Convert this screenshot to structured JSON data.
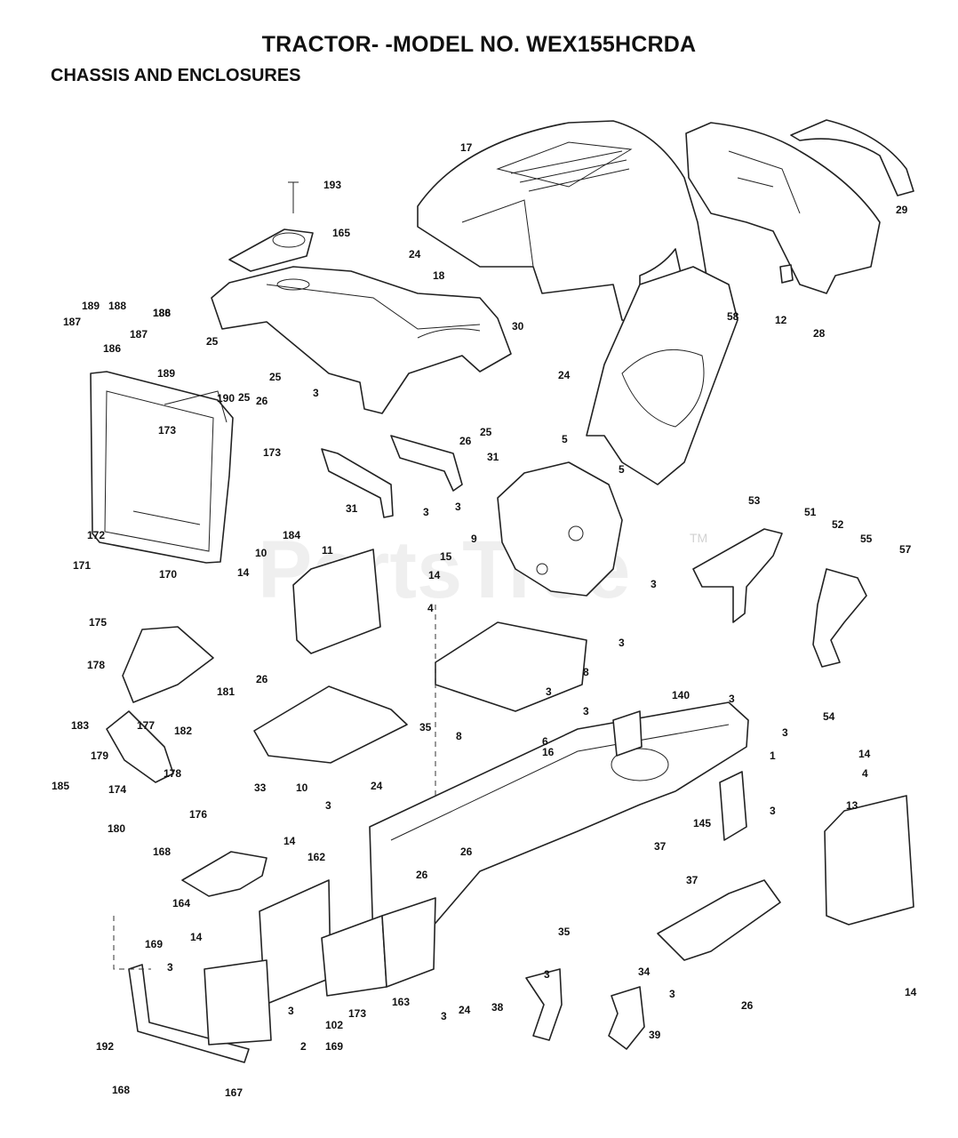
{
  "header": {
    "title": "TRACTOR- -MODEL NO. WEX155HCRDA",
    "subtitle": "CHASSIS AND ENCLOSURES"
  },
  "watermark": {
    "text": "PartsTree",
    "trademark": "TM"
  },
  "callouts": [
    {
      "id": "c193",
      "text": "193"
    },
    {
      "id": "c165",
      "text": "165"
    },
    {
      "id": "c17",
      "text": "17"
    },
    {
      "id": "c29",
      "text": "29"
    },
    {
      "id": "c18",
      "text": "18"
    },
    {
      "id": "c24a",
      "text": "24"
    },
    {
      "id": "c12",
      "text": "12"
    },
    {
      "id": "c28",
      "text": "28"
    },
    {
      "id": "c58",
      "text": "58"
    },
    {
      "id": "c30",
      "text": "30"
    },
    {
      "id": "c24b",
      "text": "24"
    },
    {
      "id": "c189a",
      "text": "189"
    },
    {
      "id": "c188a",
      "text": "188"
    },
    {
      "id": "c187a",
      "text": "187"
    },
    {
      "id": "c186a",
      "text": "186"
    },
    {
      "id": "c187b",
      "text": "187"
    },
    {
      "id": "c186b",
      "text": "186"
    },
    {
      "id": "c188b",
      "text": "188"
    },
    {
      "id": "c189b",
      "text": "189"
    },
    {
      "id": "c25a",
      "text": "25"
    },
    {
      "id": "c25b",
      "text": "25"
    },
    {
      "id": "c3a",
      "text": "3"
    },
    {
      "id": "c26a",
      "text": "26"
    },
    {
      "id": "c25c",
      "text": "25"
    },
    {
      "id": "c5a",
      "text": "5"
    },
    {
      "id": "c190",
      "text": "190"
    },
    {
      "id": "c25d",
      "text": "25"
    },
    {
      "id": "c26b",
      "text": "26"
    },
    {
      "id": "c173a",
      "text": "173"
    },
    {
      "id": "c173b",
      "text": "173"
    },
    {
      "id": "c31a",
      "text": "31"
    },
    {
      "id": "c5b",
      "text": "5"
    },
    {
      "id": "c31b",
      "text": "31"
    },
    {
      "id": "c3b",
      "text": "3"
    },
    {
      "id": "c3c",
      "text": "3"
    },
    {
      "id": "c172",
      "text": "172"
    },
    {
      "id": "c184",
      "text": "184"
    },
    {
      "id": "c171",
      "text": "171"
    },
    {
      "id": "c10a",
      "text": "10"
    },
    {
      "id": "c170",
      "text": "170"
    },
    {
      "id": "c11",
      "text": "11"
    },
    {
      "id": "c15",
      "text": "15"
    },
    {
      "id": "c9",
      "text": "9"
    },
    {
      "id": "c14a",
      "text": "14"
    },
    {
      "id": "c14b",
      "text": "14"
    },
    {
      "id": "c3d",
      "text": "3"
    },
    {
      "id": "c53",
      "text": "53"
    },
    {
      "id": "c51",
      "text": "51"
    },
    {
      "id": "c52",
      "text": "52"
    },
    {
      "id": "c55",
      "text": "55"
    },
    {
      "id": "c57",
      "text": "57"
    },
    {
      "id": "c4a",
      "text": "4"
    },
    {
      "id": "c3e",
      "text": "3"
    },
    {
      "id": "c175",
      "text": "175"
    },
    {
      "id": "c178a",
      "text": "178"
    },
    {
      "id": "c26c",
      "text": "26"
    },
    {
      "id": "c181",
      "text": "181"
    },
    {
      "id": "c3f",
      "text": "3"
    },
    {
      "id": "c8a",
      "text": "8"
    },
    {
      "id": "c54",
      "text": "54"
    },
    {
      "id": "c3g",
      "text": "3"
    },
    {
      "id": "c140",
      "text": "140"
    },
    {
      "id": "c3h",
      "text": "3"
    },
    {
      "id": "c183",
      "text": "183"
    },
    {
      "id": "c177",
      "text": "177"
    },
    {
      "id": "c35a",
      "text": "35"
    },
    {
      "id": "c6",
      "text": "6"
    },
    {
      "id": "c3i",
      "text": "3"
    },
    {
      "id": "c182",
      "text": "182"
    },
    {
      "id": "c179",
      "text": "179"
    },
    {
      "id": "c178b",
      "text": "178"
    },
    {
      "id": "c8b",
      "text": "8"
    },
    {
      "id": "c16",
      "text": "16"
    },
    {
      "id": "c1",
      "text": "1"
    },
    {
      "id": "c14c",
      "text": "14"
    },
    {
      "id": "c185",
      "text": "185"
    },
    {
      "id": "c174",
      "text": "174"
    },
    {
      "id": "c33",
      "text": "33"
    },
    {
      "id": "c10b",
      "text": "10"
    },
    {
      "id": "c4b",
      "text": "4"
    },
    {
      "id": "c176",
      "text": "176"
    },
    {
      "id": "c24c",
      "text": "24"
    },
    {
      "id": "c3j",
      "text": "3"
    },
    {
      "id": "c13",
      "text": "13"
    },
    {
      "id": "c3k",
      "text": "3"
    },
    {
      "id": "c180",
      "text": "180"
    },
    {
      "id": "c145",
      "text": "145"
    },
    {
      "id": "c168a",
      "text": "168"
    },
    {
      "id": "c14d",
      "text": "14"
    },
    {
      "id": "c162",
      "text": "162"
    },
    {
      "id": "c26d",
      "text": "26"
    },
    {
      "id": "c37a",
      "text": "37"
    },
    {
      "id": "c26e",
      "text": "26"
    },
    {
      "id": "c37b",
      "text": "37"
    },
    {
      "id": "c164",
      "text": "164"
    },
    {
      "id": "c14e",
      "text": "14"
    },
    {
      "id": "c35b",
      "text": "35"
    },
    {
      "id": "c169a",
      "text": "169"
    },
    {
      "id": "c3l",
      "text": "3"
    },
    {
      "id": "c34",
      "text": "34"
    },
    {
      "id": "c3m",
      "text": "3"
    },
    {
      "id": "c3n",
      "text": "3"
    },
    {
      "id": "c14f",
      "text": "14"
    },
    {
      "id": "c38",
      "text": "38"
    },
    {
      "id": "c3o",
      "text": "3"
    },
    {
      "id": "c173c",
      "text": "173"
    },
    {
      "id": "c163",
      "text": "163"
    },
    {
      "id": "c24d",
      "text": "24"
    },
    {
      "id": "c3p",
      "text": "3"
    },
    {
      "id": "c102",
      "text": "102"
    },
    {
      "id": "c26f",
      "text": "26"
    },
    {
      "id": "c39",
      "text": "39"
    },
    {
      "id": "c192",
      "text": "192"
    },
    {
      "id": "c2",
      "text": "2"
    },
    {
      "id": "c169b",
      "text": "169"
    },
    {
      "id": "c168b",
      "text": "168"
    },
    {
      "id": "c167",
      "text": "167"
    }
  ]
}
